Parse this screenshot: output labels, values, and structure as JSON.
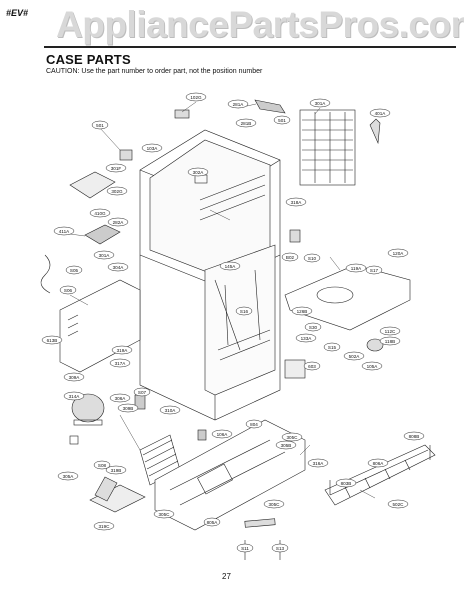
{
  "model_tag": "#EV#",
  "watermark": "AppliancePartsPros.com",
  "title": "CASE PARTS",
  "caution": "CAUTION: Use the part number to order part, not the position number",
  "page_number": "27",
  "callouts": [
    {
      "id": "c1",
      "text": "102G"
    },
    {
      "id": "c2",
      "text": "281A"
    },
    {
      "id": "c3",
      "text": "301A"
    },
    {
      "id": "c4",
      "text": "501"
    },
    {
      "id": "c5",
      "text": "103A"
    },
    {
      "id": "c6",
      "text": "501"
    },
    {
      "id": "c7",
      "text": "281B"
    },
    {
      "id": "c8",
      "text": "401A"
    },
    {
      "id": "c9",
      "text": "301F"
    },
    {
      "id": "c10",
      "text": "302A"
    },
    {
      "id": "c11",
      "text": "302G"
    },
    {
      "id": "c12",
      "text": "318A"
    },
    {
      "id": "c13",
      "text": "410G"
    },
    {
      "id": "c14",
      "text": "282A"
    },
    {
      "id": "c15",
      "text": "411A"
    },
    {
      "id": "c16",
      "text": "301A"
    },
    {
      "id": "c17",
      "text": "304A"
    },
    {
      "id": "c18",
      "text": "145A"
    },
    {
      "id": "c19",
      "text": "B02"
    },
    {
      "id": "c20",
      "text": "S10"
    },
    {
      "id": "c21",
      "text": "120A"
    },
    {
      "id": "c22",
      "text": "S05"
    },
    {
      "id": "c23",
      "text": "S17"
    },
    {
      "id": "c24",
      "text": "S06"
    },
    {
      "id": "c25",
      "text": "119A"
    },
    {
      "id": "c26",
      "text": "S16"
    },
    {
      "id": "c27",
      "text": "126B"
    },
    {
      "id": "c28",
      "text": "613B"
    },
    {
      "id": "c29",
      "text": "S30"
    },
    {
      "id": "c30",
      "text": "112C"
    },
    {
      "id": "c31",
      "text": "133A"
    },
    {
      "id": "c32",
      "text": "118B"
    },
    {
      "id": "c33",
      "text": "319A"
    },
    {
      "id": "c34",
      "text": "S15"
    },
    {
      "id": "c35",
      "text": "502A"
    },
    {
      "id": "c36",
      "text": "105A"
    },
    {
      "id": "c37",
      "text": "317A"
    },
    {
      "id": "c38",
      "text": "603"
    },
    {
      "id": "c39",
      "text": "314A"
    },
    {
      "id": "c40",
      "text": "309A"
    },
    {
      "id": "c41",
      "text": "S07"
    },
    {
      "id": "c42",
      "text": "310A"
    },
    {
      "id": "c43",
      "text": "306A"
    },
    {
      "id": "c44",
      "text": "309B"
    },
    {
      "id": "c45",
      "text": "106A"
    },
    {
      "id": "c46",
      "text": "804"
    },
    {
      "id": "c47",
      "text": "305C"
    },
    {
      "id": "c48",
      "text": "316A"
    },
    {
      "id": "c49",
      "text": "305B"
    },
    {
      "id": "c50",
      "text": "808B"
    },
    {
      "id": "c51",
      "text": "S08"
    },
    {
      "id": "c52",
      "text": "319B"
    },
    {
      "id": "c53",
      "text": "305A"
    },
    {
      "id": "c54",
      "text": "806A"
    },
    {
      "id": "c55",
      "text": "803B"
    },
    {
      "id": "c56",
      "text": "305C"
    },
    {
      "id": "c57",
      "text": "805A"
    },
    {
      "id": "c58",
      "text": "319C"
    },
    {
      "id": "c59",
      "text": "S11"
    },
    {
      "id": "c60",
      "text": "S13"
    },
    {
      "id": "c61",
      "text": "305C"
    },
    {
      "id": "c62",
      "text": "502C"
    }
  ]
}
